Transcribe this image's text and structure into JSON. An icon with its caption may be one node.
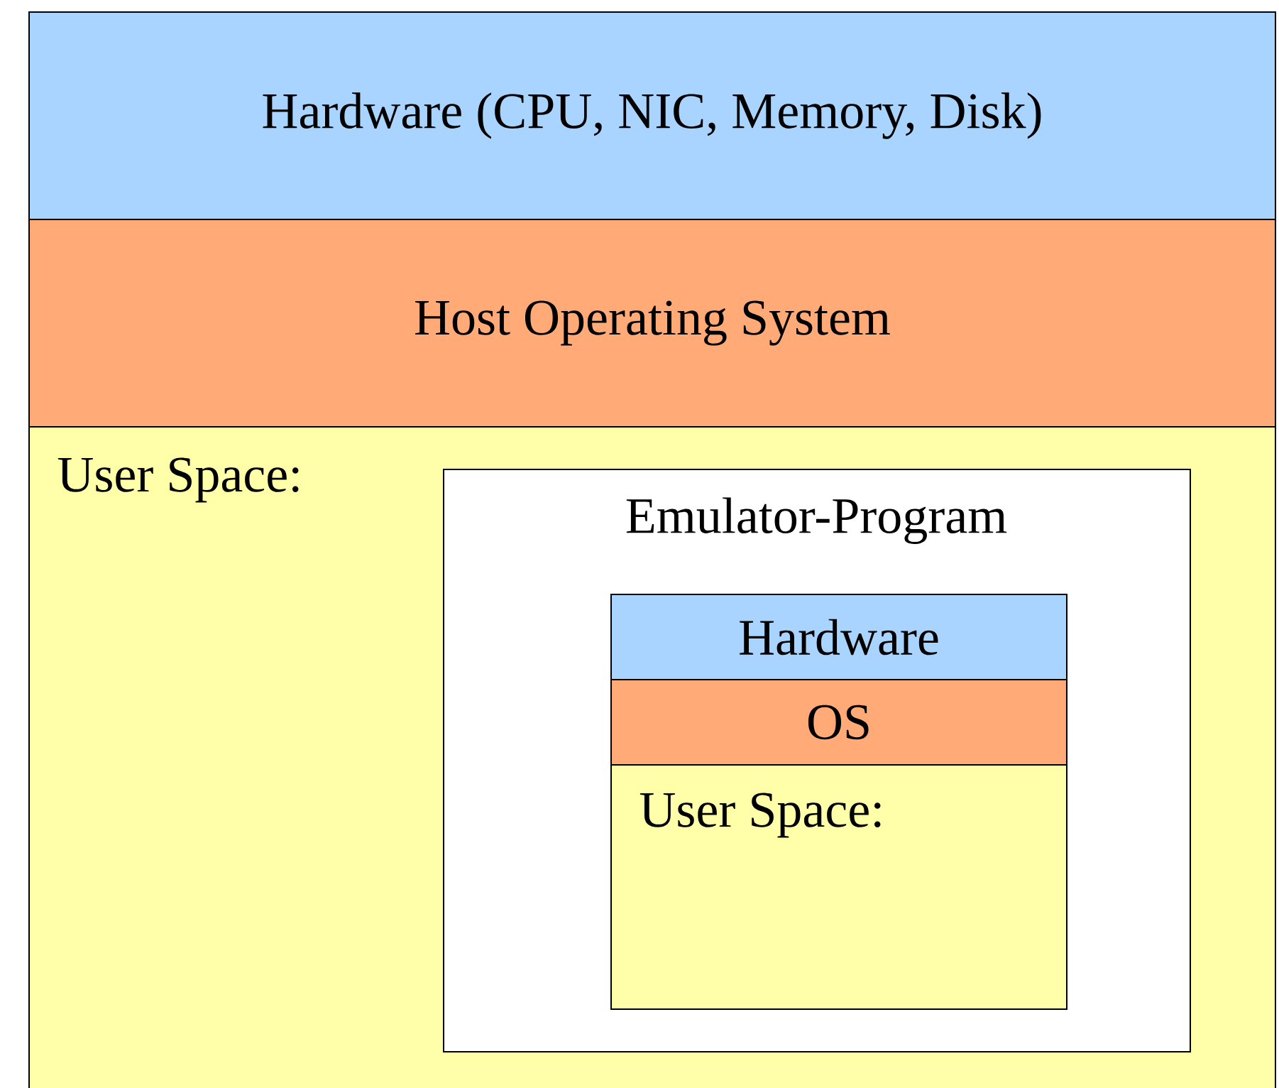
{
  "diagram": {
    "nodes": [
      {
        "text": [
          "Hardware (CPU, NIC, Memory, Disk)"
        ]
      },
      {
        "text": [
          "Host Operating System"
        ]
      },
      {
        "text": [
          "User Space:"
        ]
      },
      {
        "text": [
          "Emulator-Program"
        ],
        "in": 2
      },
      {
        "text": [
          "Hardware"
        ],
        "in": 3
      },
      {
        "text": [
          "OS"
        ],
        "in": 3
      },
      {
        "text": [
          "User Space:"
        ],
        "in": 3
      }
    ]
  }
}
